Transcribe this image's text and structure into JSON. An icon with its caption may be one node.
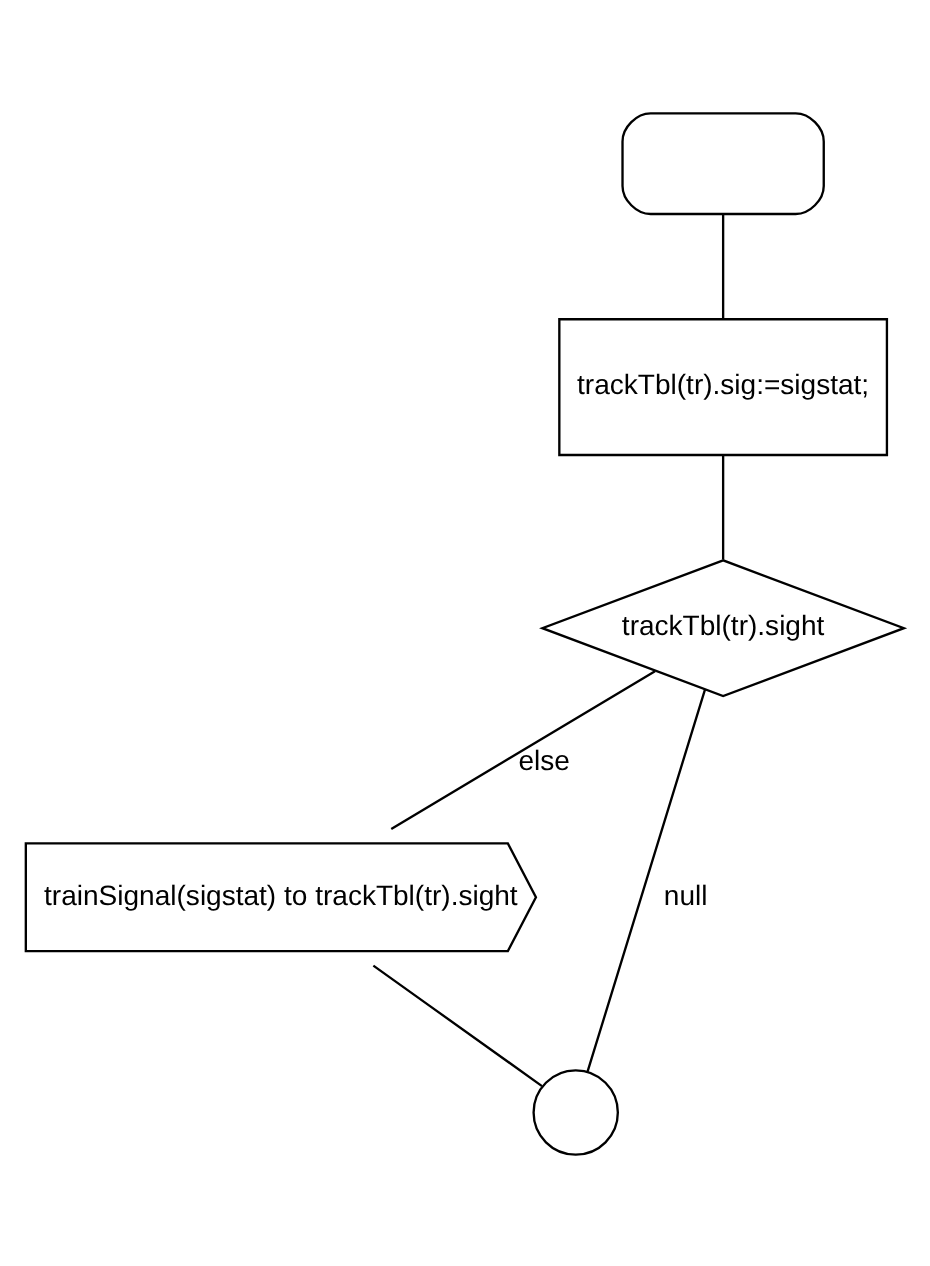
{
  "diagram": {
    "nodes": [
      {
        "text": [],
        "shape": "terminator"
      },
      {
        "text": [
          "trackTbl(tr).sig:=sigstat;"
        ]
      },
      {
        "text": [
          "trackTbl(tr).sight"
        ]
      },
      {
        "text": [
          "trainSignal(sigstat) to trackTbl(tr).sight"
        ]
      },
      {
        "text": [],
        "shape": "circle"
      }
    ],
    "edges": [
      {
        "from": 0,
        "to": 1,
        "arrow": "none"
      },
      {
        "from": 1,
        "to": 2,
        "arrow": "none"
      },
      {
        "from": 2,
        "to": 3,
        "arrow": "none",
        "label": "else"
      },
      {
        "from": 2,
        "to": 4,
        "arrow": "none",
        "label": "null"
      },
      {
        "from": 3,
        "to": 4,
        "arrow": "none"
      }
    ]
  }
}
